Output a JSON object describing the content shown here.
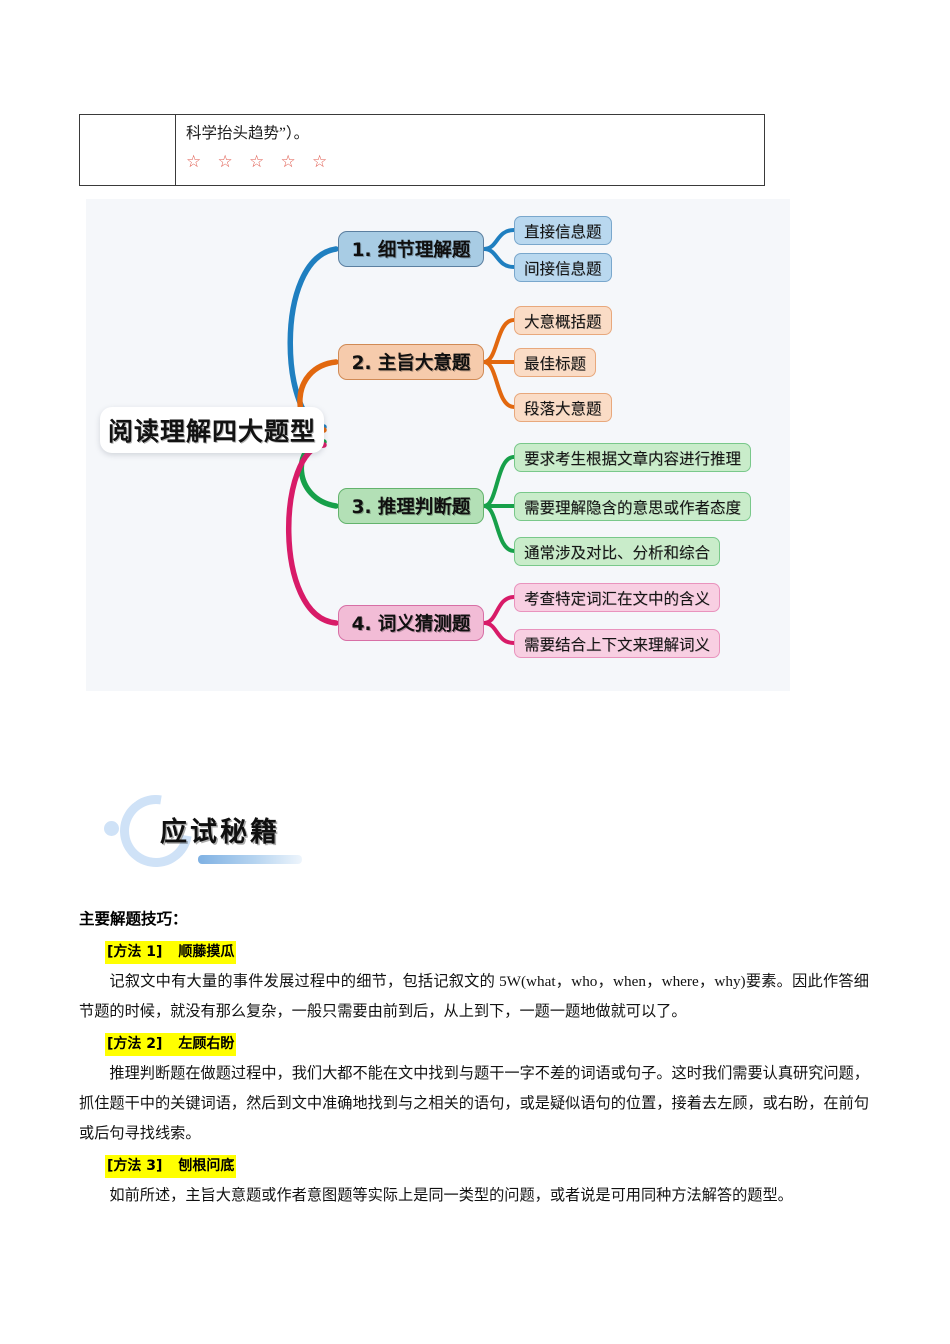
{
  "table": {
    "left_cell": "",
    "text_line": "科学抬头趋势”）。",
    "stars": "☆ ☆ ☆ ☆ ☆"
  },
  "mindmap": {
    "center": "阅读理解四大题型",
    "branches": [
      {
        "label": "1. 细节理解题",
        "color": "#1f7fc0",
        "children": [
          "直接信息题",
          "间接信息题"
        ]
      },
      {
        "label": "2. 主旨大意题",
        "color": "#e2680f",
        "children": [
          "大意概括题",
          "最佳标题",
          "段落大意题"
        ]
      },
      {
        "label": "3. 推理判断题",
        "color": "#17a04a",
        "children": [
          "要求考生根据文章内容进行推理",
          "需要理解隐含的意思或作者态度",
          "通常涉及对比、分析和综合"
        ]
      },
      {
        "label": "4. 词义猜测题",
        "color": "#d81b68",
        "children": [
          "考查特定词汇在文中的含义",
          "需要结合上下文来理解词义"
        ]
      }
    ]
  },
  "logo": {
    "title": "应试秘籍"
  },
  "content": {
    "heading": "主要解题技巧：",
    "methods": [
      {
        "tag": "[方法 1]",
        "name": "顺藤摸瓜",
        "body": "记叙文中有大量的事件发展过程中的细节，包括记叙文的 5W(what，who，when，where，why)要素。因此作答细节题的时候，就没有那么复杂，一般只需要由前到后，从上到下，一题一题地做就可以了。"
      },
      {
        "tag": "[方法 2]",
        "name": "左顾右盼",
        "body": "推理判断题在做题过程中，我们大都不能在文中找到与题干一字不差的词语或句子。这时我们需要认真研究问题，抓住题干中的关键词语，然后到文中准确地找到与之相关的语句，或是疑似语句的位置，接着去左顾，或右盼，在前句或后句寻找线索。"
      },
      {
        "tag": "[方法 3]",
        "name": "刨根问底",
        "body": "如前所述，主旨大意题或作者意图题等实际上是同一类型的问题，或者说是可用同种方法解答的题型。"
      }
    ]
  }
}
